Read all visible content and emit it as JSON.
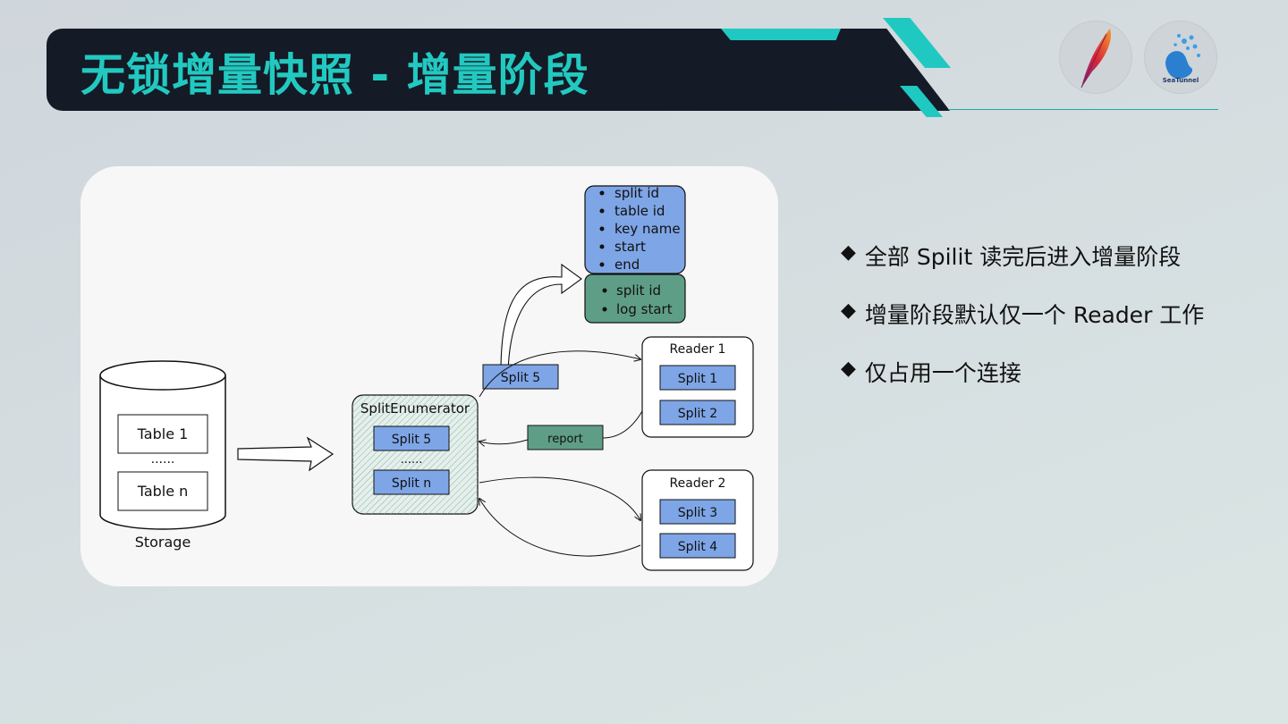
{
  "slide": {
    "title": "无锁增量快照 - 增量阶段"
  },
  "logos": {
    "apache": "feather-logo",
    "seatunnel_text": "SeaTunnel"
  },
  "diagram": {
    "storage": {
      "label": "Storage",
      "tables": [
        "Table 1",
        "......",
        "Table n"
      ]
    },
    "enumerator": {
      "label": "SplitEnumerator",
      "splits": [
        "Split 5",
        "......",
        "Split n"
      ]
    },
    "moving_split": "Split 5",
    "report": "report",
    "split_info": [
      "split id",
      "table id",
      "key name",
      "start",
      "end"
    ],
    "log_info": [
      "split id",
      "log start"
    ],
    "reader1": {
      "label": "Reader 1",
      "splits": [
        "Split 1",
        "Split 2"
      ]
    },
    "reader2": {
      "label": "Reader 2",
      "splits": [
        "Split 3",
        "Split 4"
      ]
    }
  },
  "bullets": [
    "全部 Spilit 读完后进入增量阶段",
    "增量阶段默认仅一个 Reader 工作",
    "仅占用一个连接"
  ],
  "colors": {
    "title_bg": "#141a26",
    "accent": "#20c8c2",
    "split_blue": "#7ea5e6",
    "report_green": "#5f9e86"
  }
}
